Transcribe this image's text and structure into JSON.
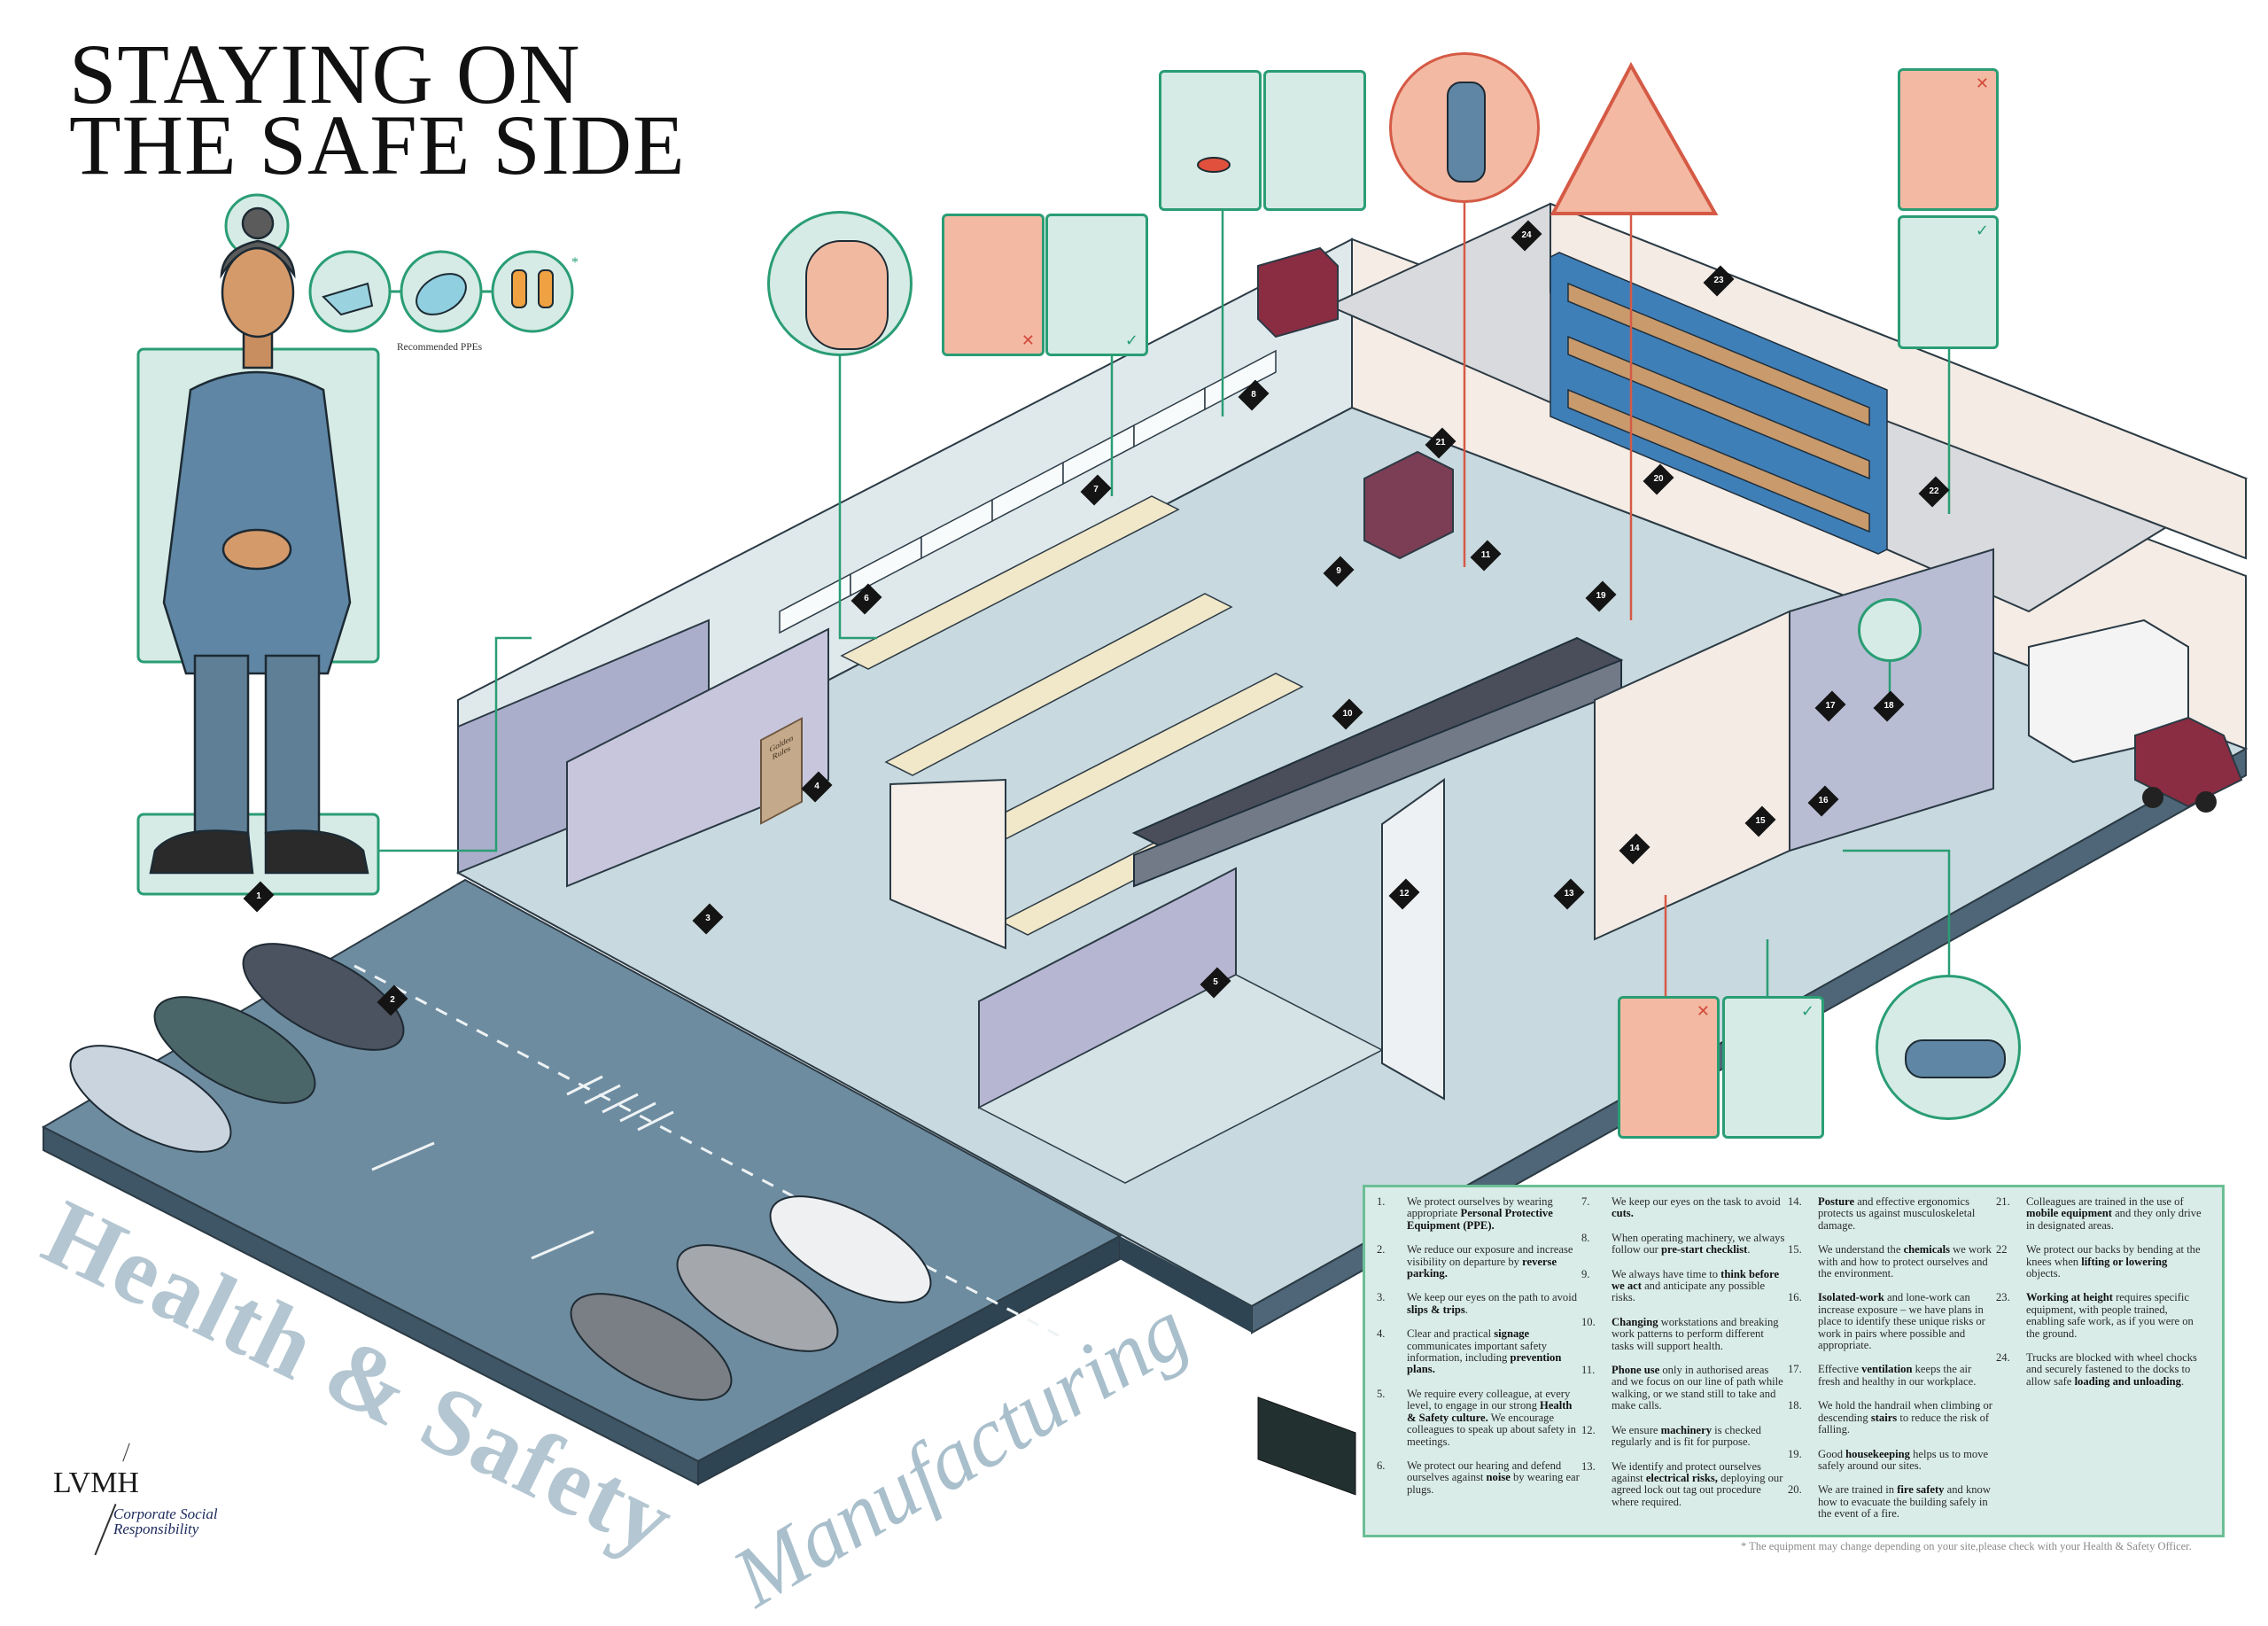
{
  "title": {
    "line1": "STAYING ON",
    "line2": "THE SAFE SIDE"
  },
  "ppe": {
    "label": "Recommended PPEs",
    "asterisk": "*",
    "items": [
      "safety-glasses-icon",
      "hair-net-icon",
      "gloves-icon"
    ]
  },
  "signage": {
    "golden_rules": "Golden Rules"
  },
  "watermark": {
    "health_safety": "Health & Safety",
    "manufacturing": "Manufacturing"
  },
  "markers": [
    "1",
    "2",
    "3",
    "4",
    "5",
    "6",
    "7",
    "8",
    "9",
    "10",
    "11",
    "12",
    "13",
    "14",
    "15",
    "16",
    "17",
    "18",
    "19",
    "20",
    "21",
    "22",
    "23",
    "24"
  ],
  "vignettes": {
    "wrong_mark": "✕",
    "right_mark": "✓"
  },
  "rules": [
    {
      "n": "1.",
      "parts": [
        {
          "t": "We protect ourselves by wearing appropriate "
        },
        {
          "t": "Personal Protective Equipment (PPE).",
          "b": true
        }
      ]
    },
    {
      "n": "2.",
      "parts": [
        {
          "t": "We reduce our exposure and increase visibility on departure by "
        },
        {
          "t": "reverse parking.",
          "b": true
        }
      ]
    },
    {
      "n": "3.",
      "parts": [
        {
          "t": "We keep our eyes on the path to avoid "
        },
        {
          "t": "slips & trips",
          "b": true
        },
        {
          "t": "."
        }
      ]
    },
    {
      "n": "4.",
      "parts": [
        {
          "t": "Clear and practical "
        },
        {
          "t": "signage",
          "b": true
        },
        {
          "t": " communicates important safety information, including "
        },
        {
          "t": "prevention plans.",
          "b": true
        }
      ]
    },
    {
      "n": "5.",
      "parts": [
        {
          "t": "We require every colleague, at every level, to engage in our strong "
        },
        {
          "t": "Health & Safety culture.",
          "b": true
        },
        {
          "t": " We encourage colleagues to speak up about safety in meetings."
        }
      ]
    },
    {
      "n": "6.",
      "parts": [
        {
          "t": "We protect our hearing and defend ourselves against "
        },
        {
          "t": "noise",
          "b": true
        },
        {
          "t": " by wearing ear plugs."
        }
      ]
    },
    {
      "n": "7.",
      "parts": [
        {
          "t": "We keep our eyes on the task to avoid "
        },
        {
          "t": "cuts.",
          "b": true
        }
      ]
    },
    {
      "n": "8.",
      "parts": [
        {
          "t": "When operating machinery, we always follow our "
        },
        {
          "t": "pre-start checklist",
          "b": true
        },
        {
          "t": "."
        }
      ]
    },
    {
      "n": "9.",
      "parts": [
        {
          "t": "We always have time to "
        },
        {
          "t": "think before we act",
          "b": true
        },
        {
          "t": " and anticipate any possible risks."
        }
      ]
    },
    {
      "n": "10.",
      "parts": [
        {
          "t": "Changing",
          "b": true
        },
        {
          "t": " workstations and breaking work patterns to perform different tasks will support health."
        }
      ]
    },
    {
      "n": "11.",
      "parts": [
        {
          "t": "Phone use",
          "b": true
        },
        {
          "t": " only in authorised areas and we focus on our line of path while walking, or we stand still to take and make calls."
        }
      ]
    },
    {
      "n": "12.",
      "parts": [
        {
          "t": "We ensure "
        },
        {
          "t": "machinery",
          "b": true
        },
        {
          "t": " is checked regularly and is fit for purpose."
        }
      ]
    },
    {
      "n": "13.",
      "parts": [
        {
          "t": "We identify and protect ourselves against "
        },
        {
          "t": "electrical risks,",
          "b": true
        },
        {
          "t": " deploying our agreed lock out tag out procedure where required."
        }
      ]
    },
    {
      "n": "14.",
      "parts": [
        {
          "t": "Posture",
          "b": true
        },
        {
          "t": " and effective ergonomics protects us against musculoskeletal damage."
        }
      ]
    },
    {
      "n": "15.",
      "parts": [
        {
          "t": "We understand the "
        },
        {
          "t": "chemicals",
          "b": true
        },
        {
          "t": " we work with and how to protect ourselves and the environment."
        }
      ]
    },
    {
      "n": "16.",
      "parts": [
        {
          "t": "Isolated-work",
          "b": true
        },
        {
          "t": " and lone-work can increase exposure – we have plans in place to identify these unique risks or work in pairs where possible and appropriate."
        }
      ]
    },
    {
      "n": "17.",
      "parts": [
        {
          "t": "Effective "
        },
        {
          "t": "ventilation",
          "b": true
        },
        {
          "t": " keeps the air fresh and healthy in our workplace."
        }
      ]
    },
    {
      "n": "18.",
      "parts": [
        {
          "t": "We hold the handrail when climbing or descending "
        },
        {
          "t": "stairs",
          "b": true
        },
        {
          "t": " to reduce the risk of falling."
        }
      ]
    },
    {
      "n": "19.",
      "parts": [
        {
          "t": "Good "
        },
        {
          "t": "housekeeping",
          "b": true
        },
        {
          "t": " helps us to move safely around our sites."
        }
      ]
    },
    {
      "n": "20.",
      "parts": [
        {
          "t": "We are trained in "
        },
        {
          "t": "fire safety",
          "b": true
        },
        {
          "t": " and know how to evacuate the building safely in the event of a fire."
        }
      ]
    },
    {
      "n": "21.",
      "parts": [
        {
          "t": "Colleagues are trained in the use of "
        },
        {
          "t": "mobile equipment",
          "b": true
        },
        {
          "t": " and they only drive in designated areas."
        }
      ]
    },
    {
      "n": "22",
      "parts": [
        {
          "t": "We protect our backs by bending at the knees when "
        },
        {
          "t": "lifting or lowering",
          "b": true
        },
        {
          "t": " objects."
        }
      ]
    },
    {
      "n": "23.",
      "parts": [
        {
          "t": "Working at height",
          "b": true
        },
        {
          "t": " requires specific equipment, with people trained, enabling safe work, as if you were on the ground."
        }
      ]
    },
    {
      "n": "24.",
      "parts": [
        {
          "t": "Trucks are blocked with wheel chocks and securely fastened to the docks to allow safe "
        },
        {
          "t": "loading and unloading",
          "b": true
        },
        {
          "t": "."
        }
      ]
    }
  ],
  "footnote": "* The equipment may change depending on your site,please check with your Health & Safety Officer.",
  "logo": {
    "brand": "LVMH",
    "subtitle_line1": "Corporate Social",
    "subtitle_line2": "Responsibility"
  },
  "colors": {
    "accent_green": "#2a9d74",
    "panel_teal": "#d9ece8",
    "warning_salmon": "#f3b9a3",
    "floor_blue": "#6e8ca0"
  }
}
